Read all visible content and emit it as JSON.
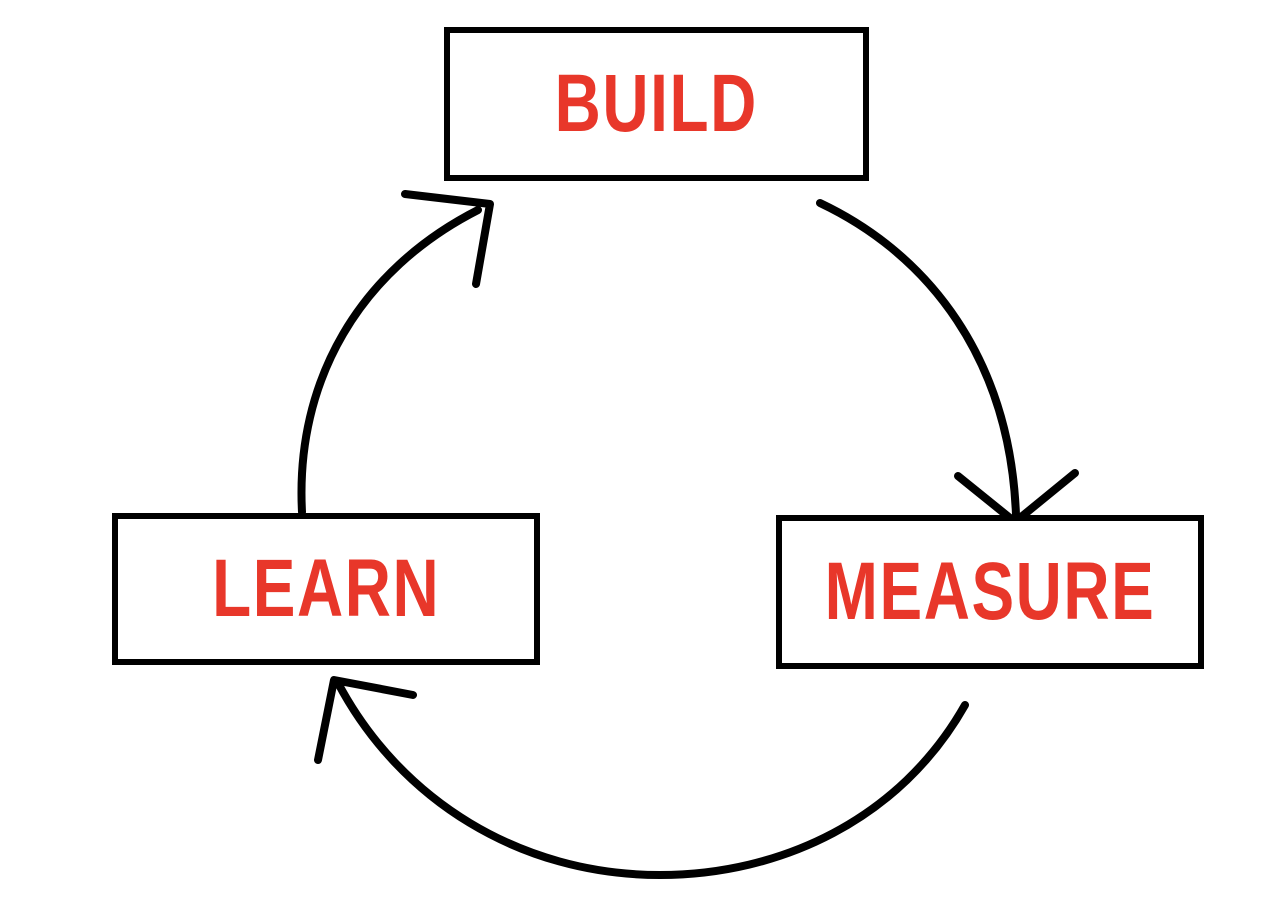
{
  "title": "Build Measure Learn cycle",
  "nodes": {
    "build": "BUILD",
    "measure": "MEASURE",
    "learn": "LEARN"
  },
  "colors": {
    "label": "#e8372a",
    "stroke": "#000000"
  }
}
